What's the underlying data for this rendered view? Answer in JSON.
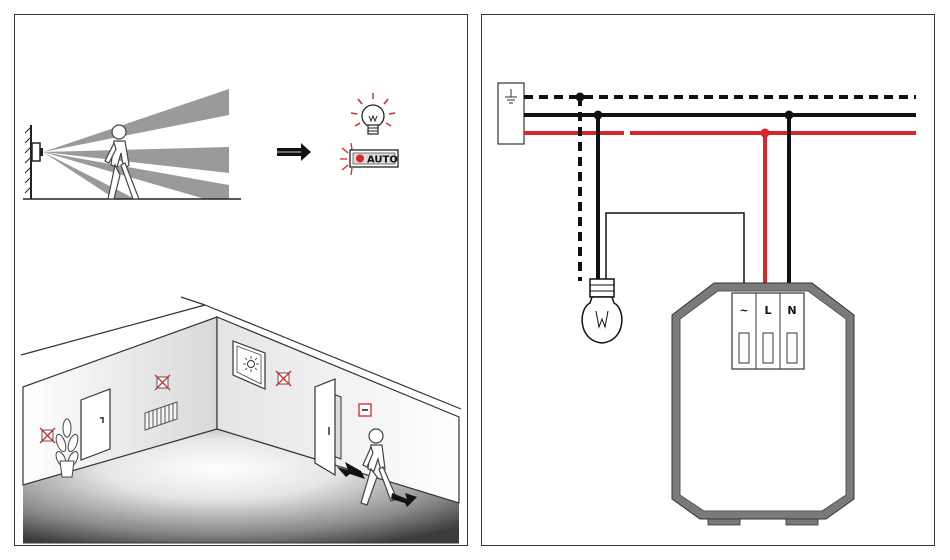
{
  "module": {
    "terminals": [
      "~",
      "L",
      "N"
    ]
  },
  "sensor_button": {
    "label": "AUTO"
  },
  "colors": {
    "live": "#d9262b",
    "wire": "#111111",
    "beam": "#9a9a9a",
    "housing": "#7a7a7a",
    "housing_inner": "#ffffff",
    "floor_dark": "#3a3a3a"
  },
  "icons": [
    "motion-sensor-icon",
    "walking-person-icon",
    "arrow-right-icon",
    "light-bulb-on-icon",
    "auto-button-icon",
    "window-icon",
    "door-icon",
    "radiator-icon",
    "plant-icon",
    "ground-symbol-icon",
    "light-bulb-icon",
    "switch-module-icon"
  ]
}
